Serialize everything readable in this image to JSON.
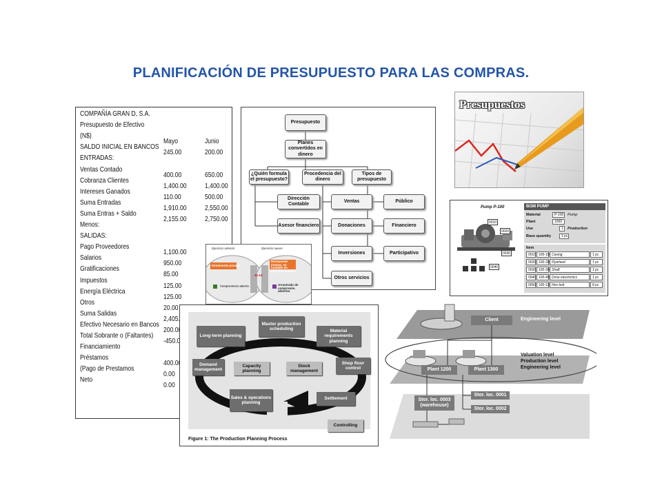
{
  "title": "PLANIFICACIÓN DE PRESUPUESTO PARA LAS COMPRAS.",
  "budget": {
    "lines": [
      "COMPAÑÍA GRAN D, S.A.",
      "Presupuesto de Efectivo",
      "(N$)",
      "SALDO INICIAL EN BANCOS",
      "ENTRADAS:",
      "Ventas Contado",
      "Cobranza Clientes",
      "Intereses Ganados",
      "Suma Entradas",
      "Suma Entras + Saldo",
      "Menos:",
      "SALIDAS:",
      "Pago Proveedores",
      "Salarios",
      "Gratificaciones",
      "Impuestos",
      "Energía Eléctrica",
      "Otros",
      "Suma Salidas",
      "Efectivo Necesario en Bancos",
      "Total Sobrante o (Faltantes)",
      "Financiamiento",
      "Préstamos",
      "(Pago de Prestamos",
      "Neto"
    ],
    "col_mayo": [
      "Mayo",
      "245.00",
      "400.00",
      "1,400.00",
      "110.00",
      "1,910.00",
      "2,155.00",
      "1,100.00",
      "950.00",
      "85.00",
      "125.00",
      "125.00",
      "20.00",
      "2,405.0",
      "200.00",
      "-450.00",
      "400.00",
      "0.00",
      "0.00"
    ],
    "col_junio": [
      "Junio",
      "200.00",
      "650.00",
      "1,400.00",
      "500.00",
      "2,550.00",
      "2,750.00"
    ]
  },
  "orgchart": {
    "root": "Presupuesto",
    "level1": "Planes convertidos en dinero",
    "branches": [
      "¿Quién formula el presupuesto?",
      "Procedencia del dinero",
      "Tipos de presupuesto"
    ],
    "quien": [
      "Dirección Contable",
      "Asesor financiero"
    ],
    "procedencia": [
      "Ventas",
      "Donaciones",
      "Inversiones",
      "Otros servicios"
    ],
    "tipos": [
      "Público",
      "Financiero",
      "Participativo"
    ]
  },
  "photo": {
    "title": "Presupuestos"
  },
  "bom": {
    "caption": "Pump P-100",
    "header": "BOM PUMP",
    "fields": [
      {
        "label": "Material",
        "value": "P-100",
        "extra": "Pump"
      },
      {
        "label": "Plant",
        "value": "1000",
        "extra": ""
      },
      {
        "label": "Use",
        "value": "1",
        "extra": "Production"
      },
      {
        "label": "Base quantity",
        "value": "1 pc",
        "extra": ""
      }
    ],
    "item_label": "Item",
    "callouts": [
      "0010",
      "0020",
      "0030",
      "0040"
    ],
    "items": [
      {
        "pos": "0010",
        "mat": "100-100",
        "desc": "Casing",
        "qty": "1 pc"
      },
      {
        "pos": "0020",
        "mat": "100-200",
        "desc": "Flywheel",
        "qty": "1 pc"
      },
      {
        "pos": "0030",
        "mat": "100-300",
        "desc": "Shaft",
        "qty": "1 pc"
      },
      {
        "pos": "0040",
        "mat": "100-400",
        "desc": "Drive electronics",
        "qty": "1 pc"
      },
      {
        "pos": "0050",
        "mat": "100-130",
        "desc": "Hex bolt",
        "qty": "8 pc"
      }
    ]
  },
  "compare": {
    "left_title": "Ejercicio anterior",
    "right_title": "Ejercicio nuevo",
    "left_box": "Remanente presup.",
    "left_box2": "Compromisos abierto",
    "right_box": "Remanente presup. en unidade de ejercicio anterior",
    "right_box2": "Arrastrado de compromis. abiertos",
    "date": "31.12."
  },
  "ppp": {
    "boxes": {
      "long_term": "Long-term planning",
      "master": "Master production scheduling",
      "mrp": "Material requirements planning",
      "demand": "Demand management",
      "capacity": "Capacity planning",
      "stock": "Stock management",
      "shopfloor": "Shop floor control",
      "sop": "Sales & operations planning",
      "settlement": "Settlement",
      "controlling": "Controlling"
    },
    "caption": "Figure 1: The Production Planning Process"
  },
  "levels": {
    "client": "Client",
    "engineering_level": "Engineering level",
    "valuation": [
      "Valuation level",
      "Production level",
      "Engineering level"
    ],
    "plant1": "Plant 1200",
    "plant2": "Plant 1300",
    "stor1": "Stor. loc. 0003 (warehouse)",
    "stor2": "Stor. loc. 0001",
    "stor3": "Stor. loc. 0002"
  }
}
